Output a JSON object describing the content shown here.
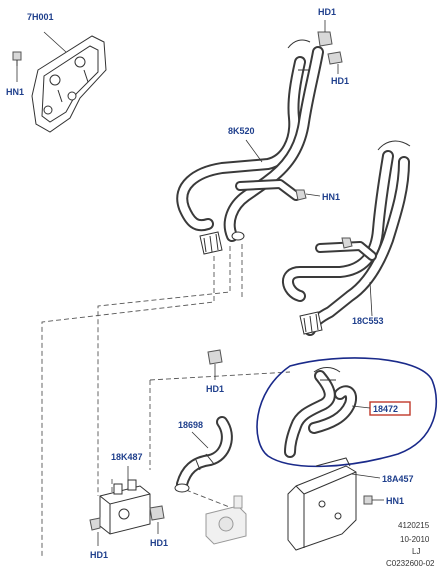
{
  "labels": {
    "heat_shield": "7H001",
    "hn1_top_left": "HN1",
    "hd1_top": "HD1",
    "hd1_top_right": "HD1",
    "hose_8k520": "8K520",
    "hn1_mid": "HN1",
    "hose_18c553": "18C553",
    "hd1_mid": "HD1",
    "hose_18698": "18698",
    "valve_18k487": "18K487",
    "highlighted_hose": "18472",
    "bracket_18a457": "18A457",
    "hn1_bottom": "HN1",
    "hd1_bottom_left": "HD1",
    "hd1_bottom_mid": "HD1"
  },
  "footer": {
    "line1": "4120215",
    "line2": "10-2010",
    "line3": "LJ",
    "line4": "C0232600-02"
  },
  "colors": {
    "label_text": "#1f3f8c",
    "highlight_ring": "#1a2a8a",
    "highlight_box": "#c0392b"
  }
}
